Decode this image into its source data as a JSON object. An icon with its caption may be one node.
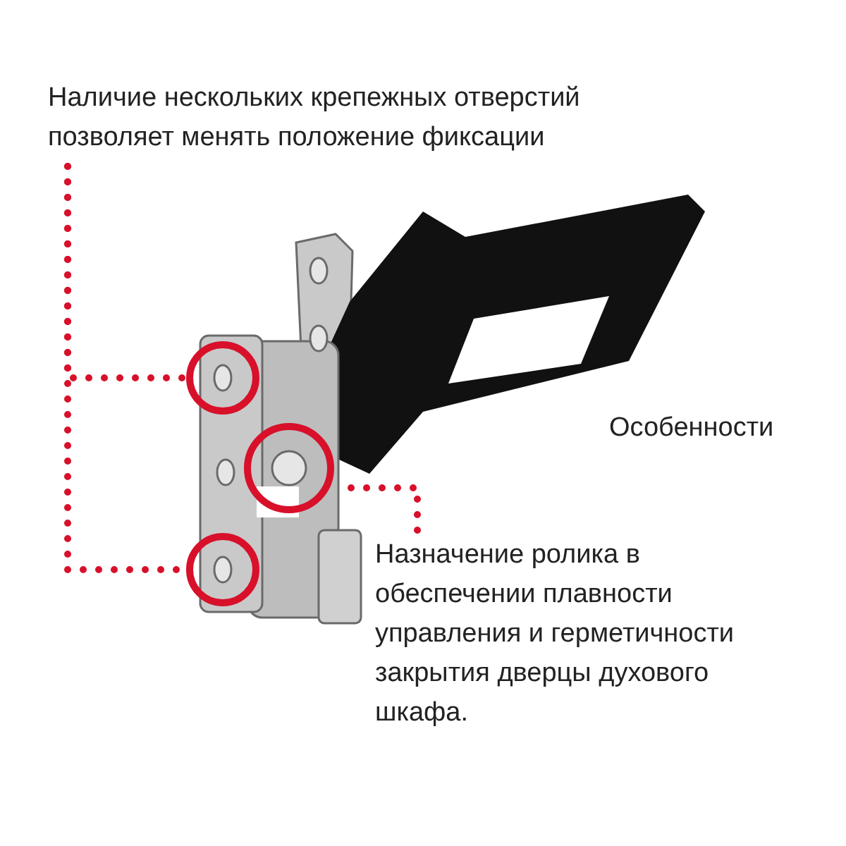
{
  "diagram": {
    "nodes": [
      {
        "text": [
          "Наличие нескольких крепежных отверстий позволяет менять положение фиксации"
        ]
      },
      {
        "text": [],
        "shape": "circle"
      },
      {
        "text": [],
        "shape": "circle"
      },
      {
        "text": [],
        "shape": "circle"
      },
      {
        "text": [
          "Назначение ролика в обеспечении плавности управления и герметичности закрытия дверцы духового шкафа."
        ]
      }
    ],
    "edges": [
      {
        "from": 0,
        "to": 1,
        "arrow": "none",
        "style": "dashed"
      },
      {
        "from": 0,
        "to": 2,
        "arrow": "none",
        "style": "dashed"
      },
      {
        "from": 4,
        "to": 3,
        "arrow": "none",
        "style": "dashed"
      }
    ],
    "labels": [
      "Особенности"
    ]
  }
}
